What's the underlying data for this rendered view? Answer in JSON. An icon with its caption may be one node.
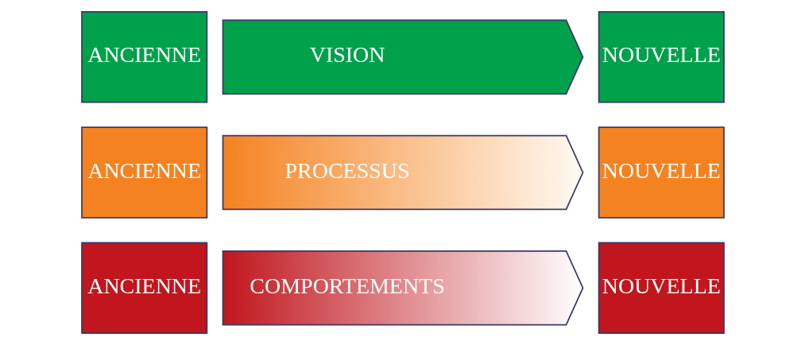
{
  "diagram": {
    "nodes": [
      {
        "text": [
          "ANCIENNE"
        ]
      },
      {
        "text": [
          "VISION"
        ]
      },
      {
        "text": [
          "NOUVELLE"
        ]
      },
      {
        "text": [
          "ANCIENNE"
        ]
      },
      {
        "text": [
          "PROCESSUS"
        ]
      },
      {
        "text": [
          "NOUVELLE"
        ]
      },
      {
        "text": [
          "ANCIENNE"
        ]
      },
      {
        "text": [
          "COMPORTEMENTS"
        ]
      },
      {
        "text": [
          "NOUVELLE"
        ]
      }
    ]
  }
}
